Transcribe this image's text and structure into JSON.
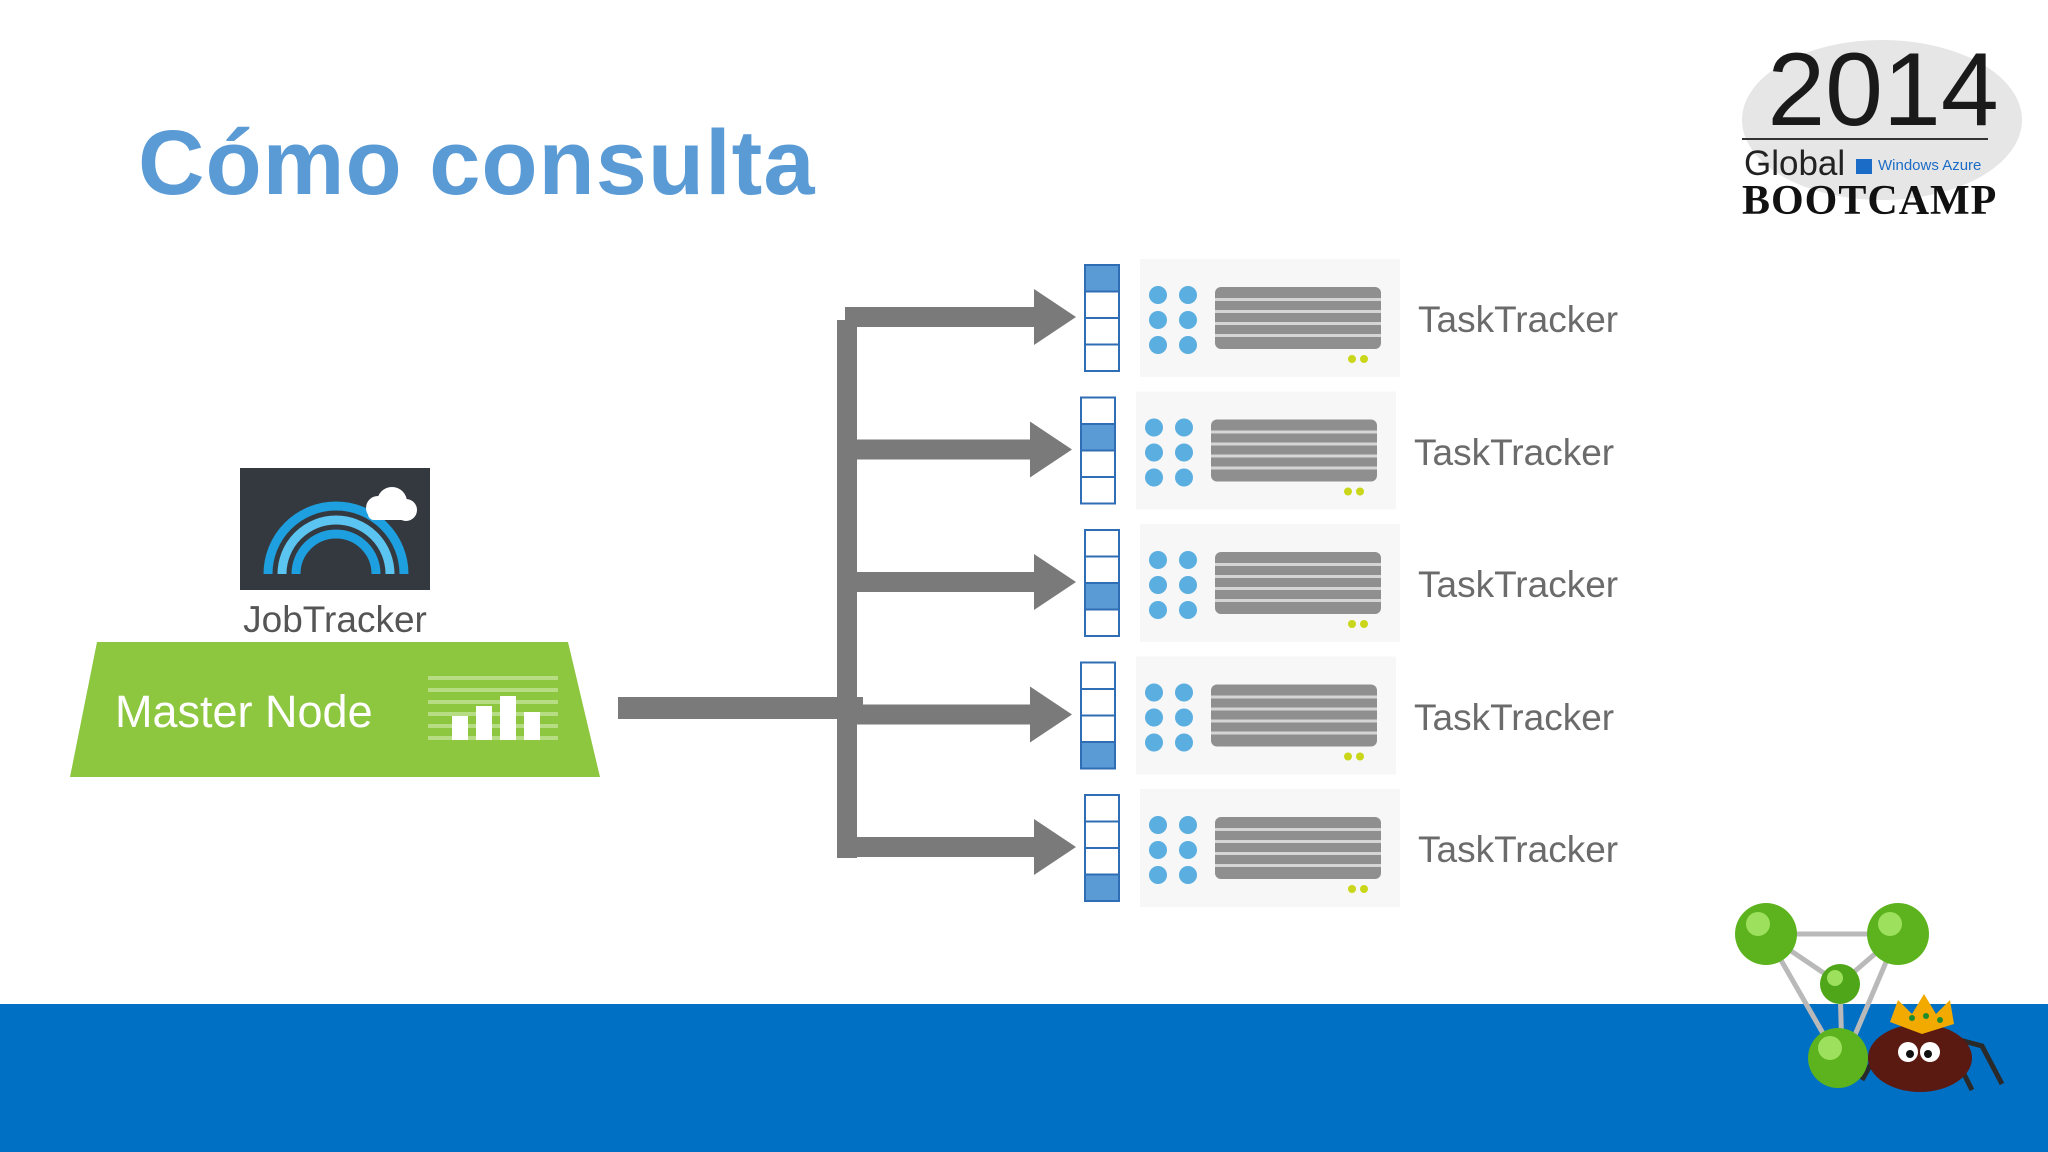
{
  "slide": {
    "title": "Cómo consulta",
    "colors": {
      "title": "#5b9bd5",
      "footer": "#0070c4",
      "master_node": "#8dc63f",
      "arrow": "#7a7a7a",
      "slot_filled": "#5b9bd5",
      "server_dots": "#5aaee0"
    }
  },
  "master": {
    "job_tracker_label": "JobTracker",
    "node_label": "Master Node",
    "icon": "rainbow-cloud-icon"
  },
  "workers": [
    {
      "label": "TaskTracker",
      "filled_slot": 1
    },
    {
      "label": "TaskTracker",
      "filled_slot": 2
    },
    {
      "label": "TaskTracker",
      "filled_slot": 3
    },
    {
      "label": "TaskTracker",
      "filled_slot": 4
    },
    {
      "label": "TaskTracker",
      "filled_slot": 4
    }
  ],
  "logo": {
    "year": "2014",
    "global": "Global",
    "azure": "Windows Azure",
    "bootcamp": "BOOTCAMP"
  },
  "mascot": "hadoop-spider-mascot-icon"
}
